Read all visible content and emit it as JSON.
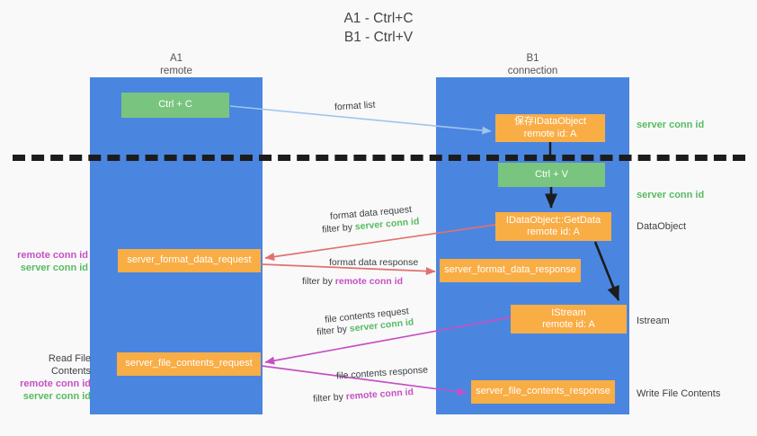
{
  "title": {
    "line1": "A1 - Ctrl+C",
    "line2": "B1 - Ctrl+V"
  },
  "lanes": [
    {
      "id": "A1",
      "name": "A1",
      "subtitle": "remote",
      "color": "#4a86e0"
    },
    {
      "id": "B1",
      "name": "B1",
      "subtitle": "connection",
      "color": "#4a86e0"
    }
  ],
  "colors": {
    "lane": "#4a86e0",
    "green_node": "#79c57f",
    "orange_node": "#f9ad45",
    "green_text": "#57bb63",
    "purple_text": "#c451c4",
    "format_list_arrow": "#9fc5ee",
    "format_data_arrow": "#e2706e",
    "file_contents_arrow": "#c451c4",
    "black_arrow": "#1c1c1c",
    "divider": "#1c1c1c",
    "background": "#f9f9f9"
  },
  "nodes": [
    {
      "key": "ctrl_c",
      "label": "Ctrl + C",
      "sub": "",
      "style": "green",
      "lane": "A1"
    },
    {
      "key": "save_idata",
      "label": "保存IDataObject",
      "sub": "remote id: A",
      "style": "orange",
      "lane": "B1"
    },
    {
      "key": "ctrl_v",
      "label": "Ctrl + V",
      "sub": "",
      "style": "green",
      "lane": "B1"
    },
    {
      "key": "getdata",
      "label": "IDataObject::GetData",
      "sub": "remote id: A",
      "style": "orange",
      "lane": "B1"
    },
    {
      "key": "istream",
      "label": "IStream",
      "sub": "remote id: A",
      "style": "orange",
      "lane": "B1"
    },
    {
      "key": "fmt_request",
      "label": "server_format_data_request",
      "sub": "",
      "style": "orange",
      "lane": "A1"
    },
    {
      "key": "fmt_response",
      "label": "server_format_data_response",
      "sub": "",
      "style": "orange",
      "lane": "B1"
    },
    {
      "key": "file_request",
      "label": "server_file_contents_request",
      "sub": "",
      "style": "orange",
      "lane": "A1"
    },
    {
      "key": "file_response",
      "label": "server_file_contents_response",
      "sub": "",
      "style": "orange",
      "lane": "B1"
    }
  ],
  "edge_labels": {
    "format_list": "format list",
    "format_data_request": "format data request",
    "format_data_request_filter_prefix": "filter by ",
    "format_data_request_filter_value": "server conn id",
    "format_data_response": "format data response",
    "format_data_response_filter_prefix": "filter by ",
    "format_data_response_filter_value": "remote conn id",
    "file_contents_request": "file contents request",
    "file_contents_request_filter_prefix": "filter by ",
    "file_contents_request_filter_value": "server conn id",
    "file_contents_response": "file contents response",
    "file_contents_response_filter_prefix": "filter by ",
    "file_contents_response_filter_value": "remote conn id"
  },
  "right_annotations": [
    {
      "key": "r1",
      "text": "server conn id",
      "style": "green"
    },
    {
      "key": "r2",
      "text": "server conn id",
      "style": "green"
    },
    {
      "key": "r3",
      "text": "DataObject",
      "style": "plain"
    },
    {
      "key": "r4",
      "text": "Istream",
      "style": "plain"
    },
    {
      "key": "r5",
      "text": "Write File Contents",
      "style": "plain"
    }
  ],
  "left_annotations": [
    {
      "key": "l1_line1",
      "text": "remote conn id",
      "style": "purple"
    },
    {
      "key": "l1_line2",
      "text": "server conn id",
      "style": "green"
    },
    {
      "key": "l2_title",
      "text": "Read File Contents",
      "style": "plain"
    },
    {
      "key": "l2_line1",
      "text": "remote conn id",
      "style": "purple"
    },
    {
      "key": "l2_line2",
      "text": "server conn id",
      "style": "green"
    }
  ]
}
